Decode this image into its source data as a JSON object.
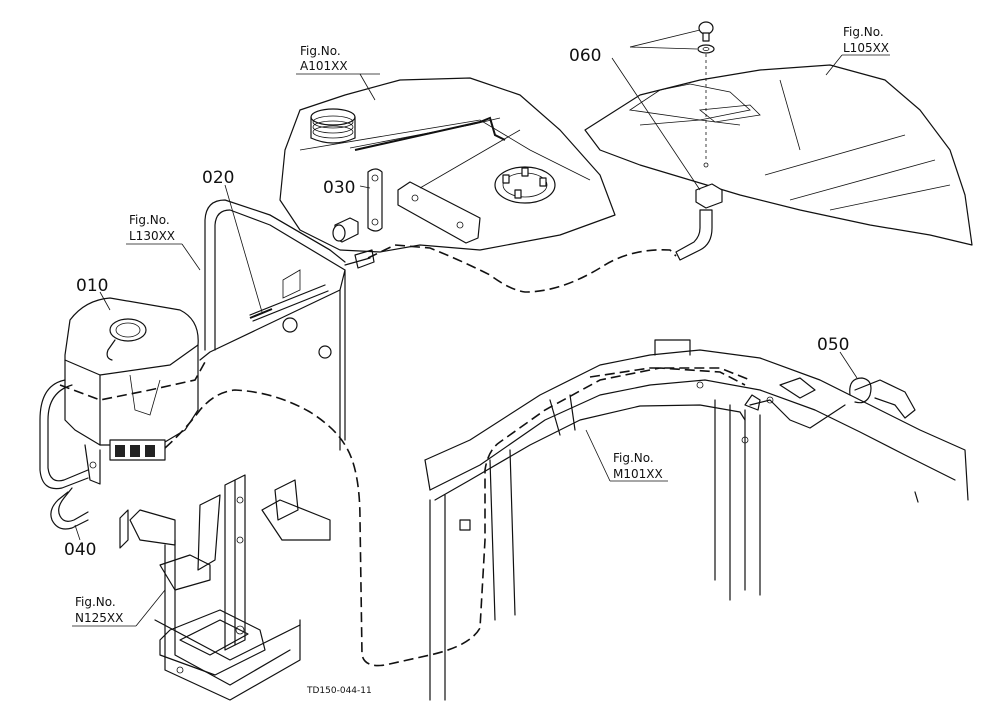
{
  "parts": [
    {
      "id": "p010",
      "label": "010"
    },
    {
      "id": "p020",
      "label": "020"
    },
    {
      "id": "p030",
      "label": "030"
    },
    {
      "id": "p040",
      "label": "040"
    },
    {
      "id": "p050",
      "label": "050"
    },
    {
      "id": "p060",
      "label": "060"
    }
  ],
  "figrefs": [
    {
      "id": "a101",
      "line1": "Fig.No.",
      "line2": "A101XX"
    },
    {
      "id": "l105",
      "line1": "Fig.No.",
      "line2": "L105XX"
    },
    {
      "id": "l130",
      "line1": "Fig.No.",
      "line2": "L130XX"
    },
    {
      "id": "m101",
      "line1": "Fig.No.",
      "line2": "M101XX"
    },
    {
      "id": "n125",
      "line1": "Fig.No.",
      "line2": "N125XX"
    }
  ],
  "drawing_code": "TD150-044-11"
}
